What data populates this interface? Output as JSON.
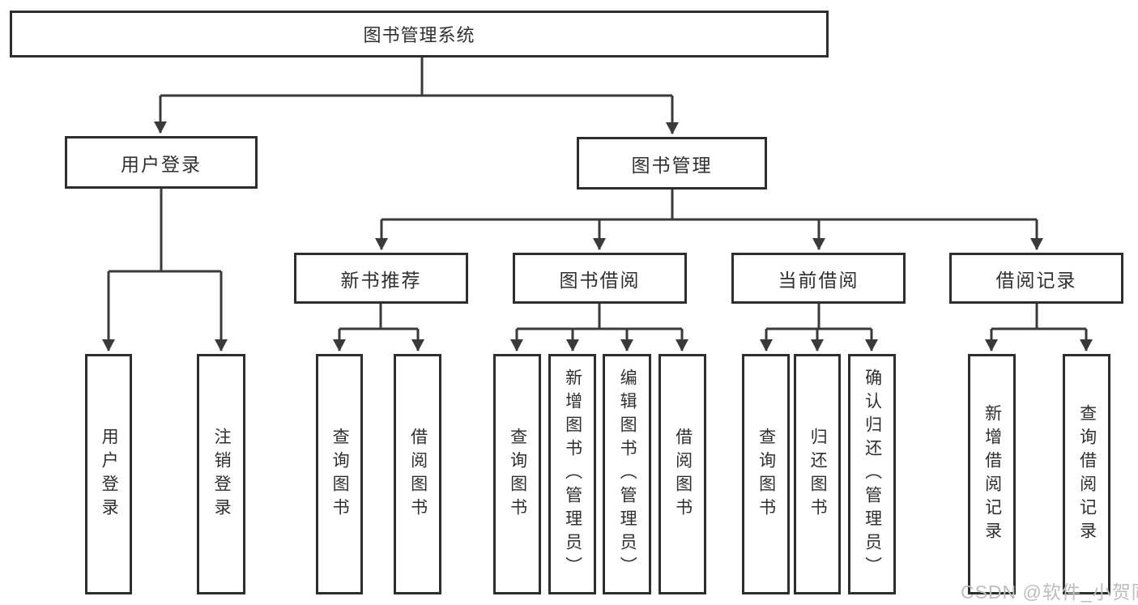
{
  "tree": {
    "root": {
      "label": "图书管理系统"
    },
    "branches": [
      {
        "label": "用户登录",
        "children": [
          {
            "label": "用户登录"
          },
          {
            "label": "注销登录"
          }
        ]
      },
      {
        "label": "图书管理",
        "groups": [
          {
            "label": "新书推荐",
            "children": [
              {
                "label": "查询图书"
              },
              {
                "label": "借阅图书"
              }
            ]
          },
          {
            "label": "图书借阅",
            "children": [
              {
                "label": "查询图书"
              },
              {
                "label": "新增图书（管理员）"
              },
              {
                "label": "编辑图书（管理员）"
              },
              {
                "label": "借阅图书"
              }
            ]
          },
          {
            "label": "当前借阅",
            "children": [
              {
                "label": "查询图书"
              },
              {
                "label": "归还图书"
              },
              {
                "label": "确认归还（管理员）"
              }
            ]
          },
          {
            "label": "借阅记录",
            "children": [
              {
                "label": "新增借阅记录"
              },
              {
                "label": "查询借阅记录"
              }
            ]
          }
        ]
      }
    ]
  },
  "watermark": "CSDN @软件_小贺同学",
  "colors": {
    "line": "#3a3a3a",
    "border": "#2e2e2e",
    "text": "#2f2f2f",
    "background": "#ffffff",
    "watermark": "#bdbdbd"
  }
}
